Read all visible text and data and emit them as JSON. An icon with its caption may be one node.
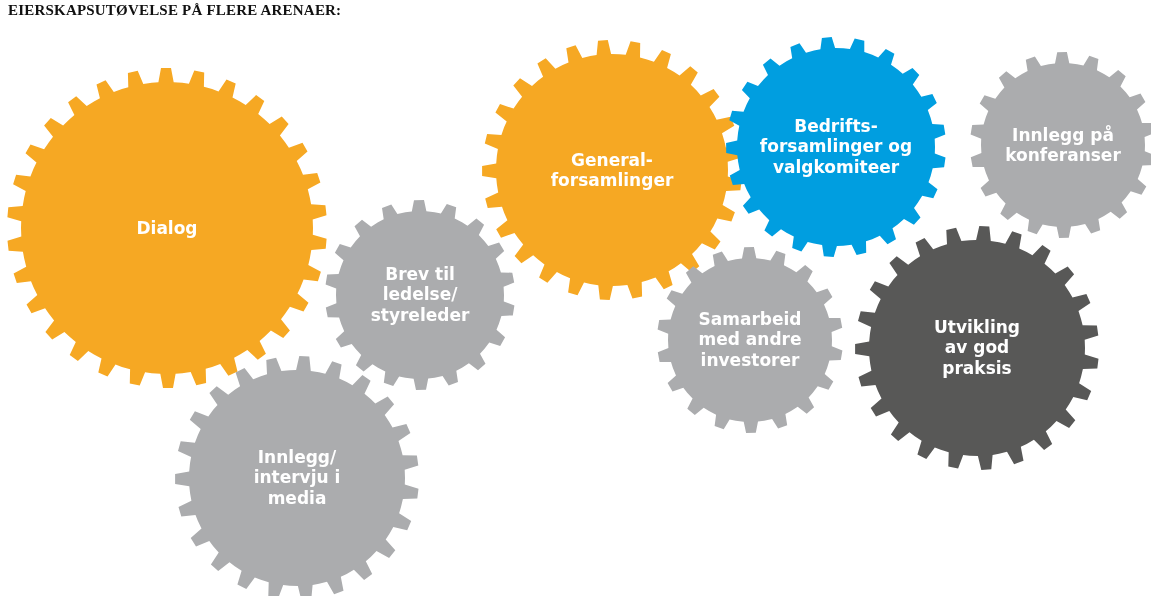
{
  "diagram": {
    "title": "EIERSKAPSUTØVELSE PÅ FLERE ARENAER:",
    "nodes": [
      {
        "text": [
          "Dialog"
        ]
      },
      {
        "text": [
          "General- forsamlinger"
        ]
      },
      {
        "text": [
          "Bedrifts- forsamlinger og valgkomiteer"
        ]
      },
      {
        "text": [
          "Innlegg på konferanser"
        ]
      },
      {
        "text": [
          "Brev til ledelse/ styreleder"
        ]
      },
      {
        "text": [
          "Samarbeid med andre investorer"
        ]
      },
      {
        "text": [
          "Utvikling av god praksis"
        ]
      },
      {
        "text": [
          "Innlegg/ intervju i media"
        ]
      }
    ]
  }
}
